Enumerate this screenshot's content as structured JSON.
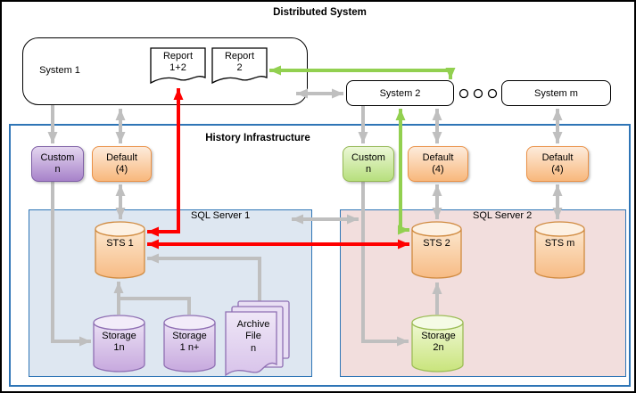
{
  "diagram_title": "Distributed System",
  "distributed_system": {
    "system1": "System 1",
    "report_1_2": "Report\n1+2",
    "report_2": "Report\n2",
    "system2": "System 2",
    "system_m": "System m"
  },
  "history_infrastructure": {
    "title": "History Infrastructure",
    "left": {
      "custom": "Custom\nn",
      "default": "Default\n(4)"
    },
    "middle": {
      "custom": "Custom\nn",
      "default": "Default\n(4)"
    },
    "right": {
      "default": "Default\n(4)"
    },
    "sql_server_1": {
      "title": "SQL Server 1",
      "sts": "STS 1",
      "storage_1n": "Storage\n1n",
      "storage_1n_plus": "Storage\n1 n+",
      "archive_file": "Archive\nFile\nn"
    },
    "sql_server_2": {
      "title": "SQL Server 2",
      "sts_2": "STS 2",
      "sts_m": "STS m",
      "storage_2n": "Storage\n2n"
    }
  },
  "colors": {
    "arrow_gray": "#BFBFBF",
    "arrow_red": "#FF0000",
    "arrow_green": "#92D050",
    "frame_blue": "#2E75B6",
    "sql_server_1_fill": "#DEE7F1",
    "sql_server_2_fill": "#F2DEDD",
    "orange_fill": "#F8B87C",
    "purple_fill": "#A782CA",
    "green_fill": "#B7DF7D"
  }
}
